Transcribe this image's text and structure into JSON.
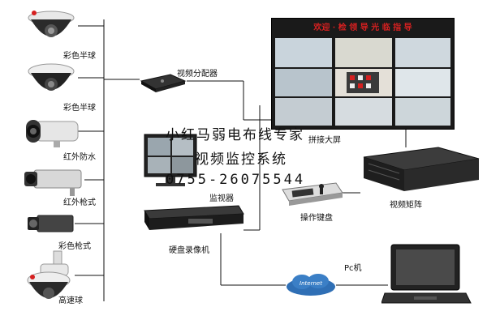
{
  "cameras": [
    {
      "label": "彩色半球",
      "icon": "dome-camera-icon"
    },
    {
      "label": "彩色半球",
      "icon": "dome-camera-icon"
    },
    {
      "label": "红外防水",
      "icon": "infrared-waterproof-camera-icon"
    },
    {
      "label": "红外枪式",
      "icon": "infrared-bullet-camera-icon"
    },
    {
      "label": "彩色枪式",
      "icon": "box-camera-icon"
    },
    {
      "label": "高速球",
      "icon": "speed-dome-camera-icon"
    }
  ],
  "devices": {
    "video_distributor": "视频分配器",
    "video_wall": "拼接大屏",
    "video_wall_banner": "欢迎 · 检 领 导 光 临 指 导",
    "video_matrix": "视频矩阵",
    "keyboard": "操作键盘",
    "monitor": "监视器",
    "dvr": "硬盘录像机",
    "pc": "Pc机",
    "internet": "Internet"
  },
  "overlay": {
    "line1": "小红马弱电布线专家",
    "line2": "视频监控系统",
    "line3": "0755-26075544"
  },
  "colors": {
    "wire": "#111111",
    "screen_dark": "#1a1a1a",
    "banner_red": "#d62020",
    "device_dark": "#2a2a2a"
  }
}
